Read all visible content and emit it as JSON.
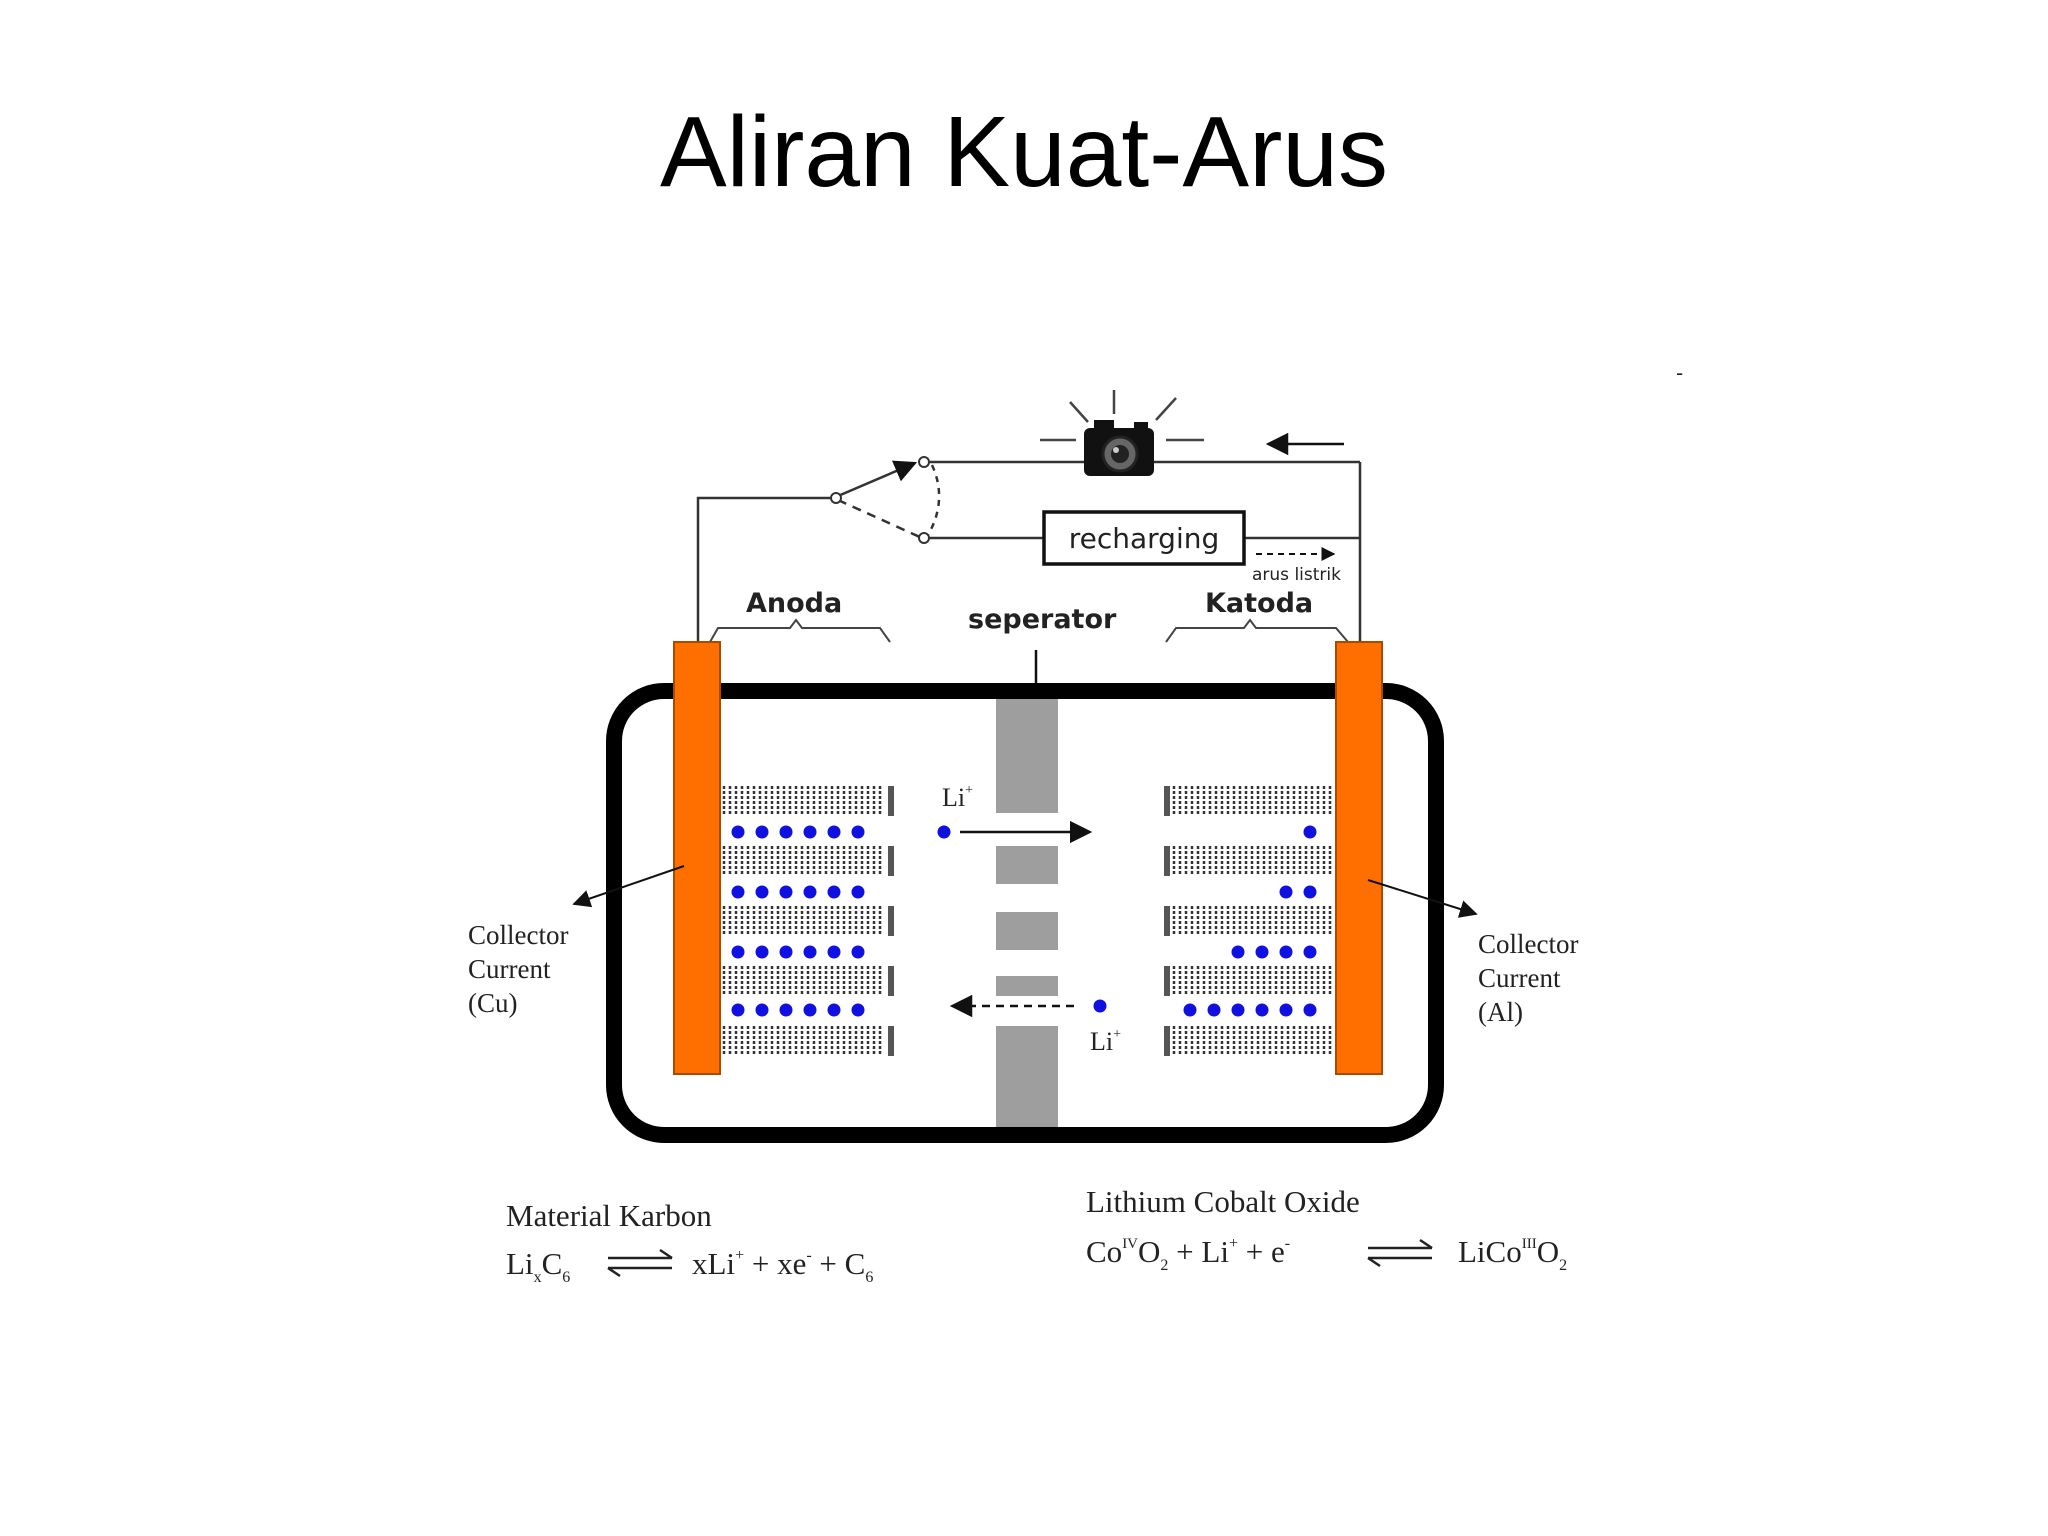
{
  "slide": {
    "title": "Aliran Kuat-Arus"
  },
  "diagram": {
    "labels": {
      "recharging": "recharging",
      "arus_listrik": "arus listrik",
      "anoda": "Anoda",
      "seperator": "seperator",
      "katoda": "Katoda",
      "li_ion_top": "Li",
      "li_ion_bottom": "Li",
      "li_charge": "+",
      "collector_left": [
        "Collector",
        "Current",
        "(Cu)"
      ],
      "collector_right": [
        "Collector",
        "Current",
        "(Al)"
      ],
      "stray_mark": "-"
    },
    "equations": {
      "anode_title": "Material Karbon",
      "cathode_title": "Lithium Cobalt Oxide"
    },
    "colors": {
      "collector": "#ff6f00",
      "lithium_ion": "#1010e0",
      "separator": "#9e9e9e",
      "casing": "#000000"
    },
    "icons": {
      "load": "camera-flash-icon"
    }
  }
}
